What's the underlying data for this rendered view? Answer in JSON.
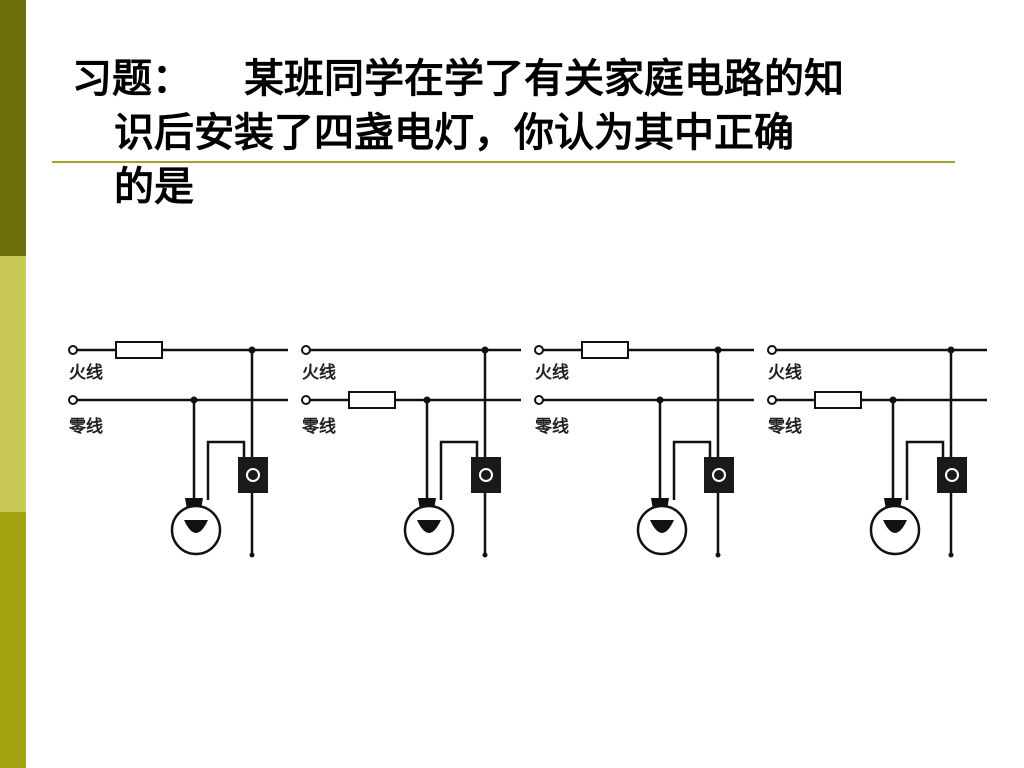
{
  "slide": {
    "heading_label": "习题：",
    "question_line1": "某班同学在学了有关家庭电路的知",
    "question_line2": "识后安装了四盏电灯，你认为其中正确",
    "question_line3": "的是"
  },
  "diagram": {
    "live_wire_label": "火线",
    "neutral_wire_label": "零线",
    "panels": [
      {
        "fuse_on": "live"
      },
      {
        "fuse_on": "neutral"
      },
      {
        "fuse_on": "live"
      },
      {
        "fuse_on": "neutral"
      }
    ]
  }
}
